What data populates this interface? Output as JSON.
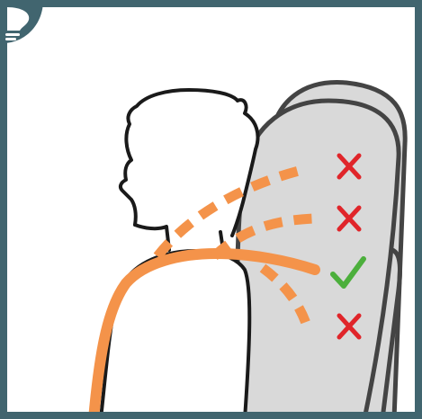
{
  "colors": {
    "frame": "#41656f",
    "background": "#ffffff",
    "seat_fill": "#d9d9d9",
    "outline": "#1a1a1a",
    "seat_outline": "#444444",
    "belt_orange": "#f4934a",
    "correct_green": "#4caf3c",
    "incorrect_red": "#e0252a",
    "badge_icon": "#ffffff"
  },
  "icons": {
    "corner_badge": "lightbulb-icon",
    "correct_mark": "check-icon",
    "incorrect_mark": "cross-icon"
  },
  "options": [
    {
      "id": "belt-high",
      "style": "dashed",
      "mark": "incorrect"
    },
    {
      "id": "belt-mid-high",
      "style": "dashed",
      "mark": "incorrect"
    },
    {
      "id": "belt-correct",
      "style": "solid",
      "mark": "correct"
    },
    {
      "id": "belt-low",
      "style": "dashed",
      "mark": "incorrect"
    }
  ]
}
